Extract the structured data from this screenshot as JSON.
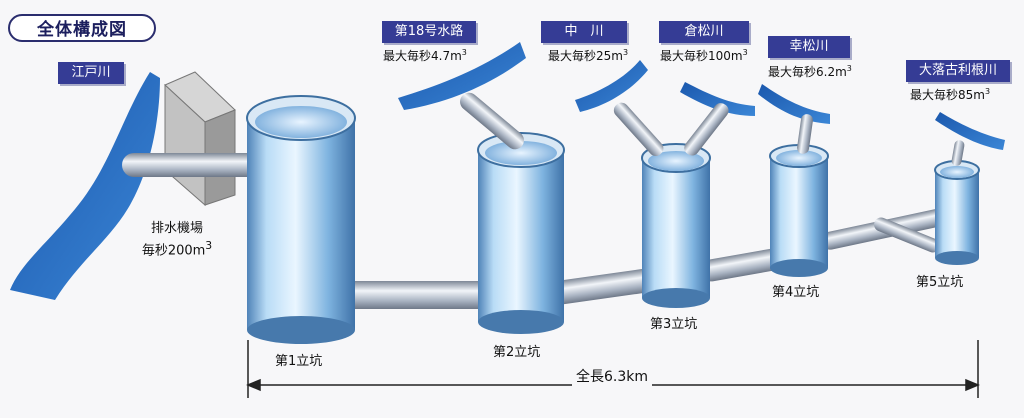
{
  "title": "全体構成図",
  "intake": {
    "river": "江戸川"
  },
  "pump_station": {
    "name": "排水機場",
    "flow": "毎秒200m",
    "unit_sup": "3"
  },
  "rivers": [
    {
      "name": "第18号水路",
      "flow": "最大毎秒4.7m",
      "unit_sup": "3"
    },
    {
      "name": "中　川",
      "flow": "最大毎秒25m",
      "unit_sup": "3"
    },
    {
      "name": "倉松川",
      "flow": "最大毎秒100m",
      "unit_sup": "3"
    },
    {
      "name": "幸松川",
      "flow": "最大毎秒6.2m",
      "unit_sup": "3"
    },
    {
      "name": "大落古利根川",
      "flow": "最大毎秒85m",
      "unit_sup": "3"
    }
  ],
  "shafts": [
    "第1立坑",
    "第2立坑",
    "第3立坑",
    "第4立坑",
    "第5立坑"
  ],
  "total_length": "全長6.3km",
  "colors": {
    "accent": "#353c95",
    "river_blue": "#1e63b9",
    "water": "#8fc3ec",
    "pipe": "#b8c2d0"
  }
}
